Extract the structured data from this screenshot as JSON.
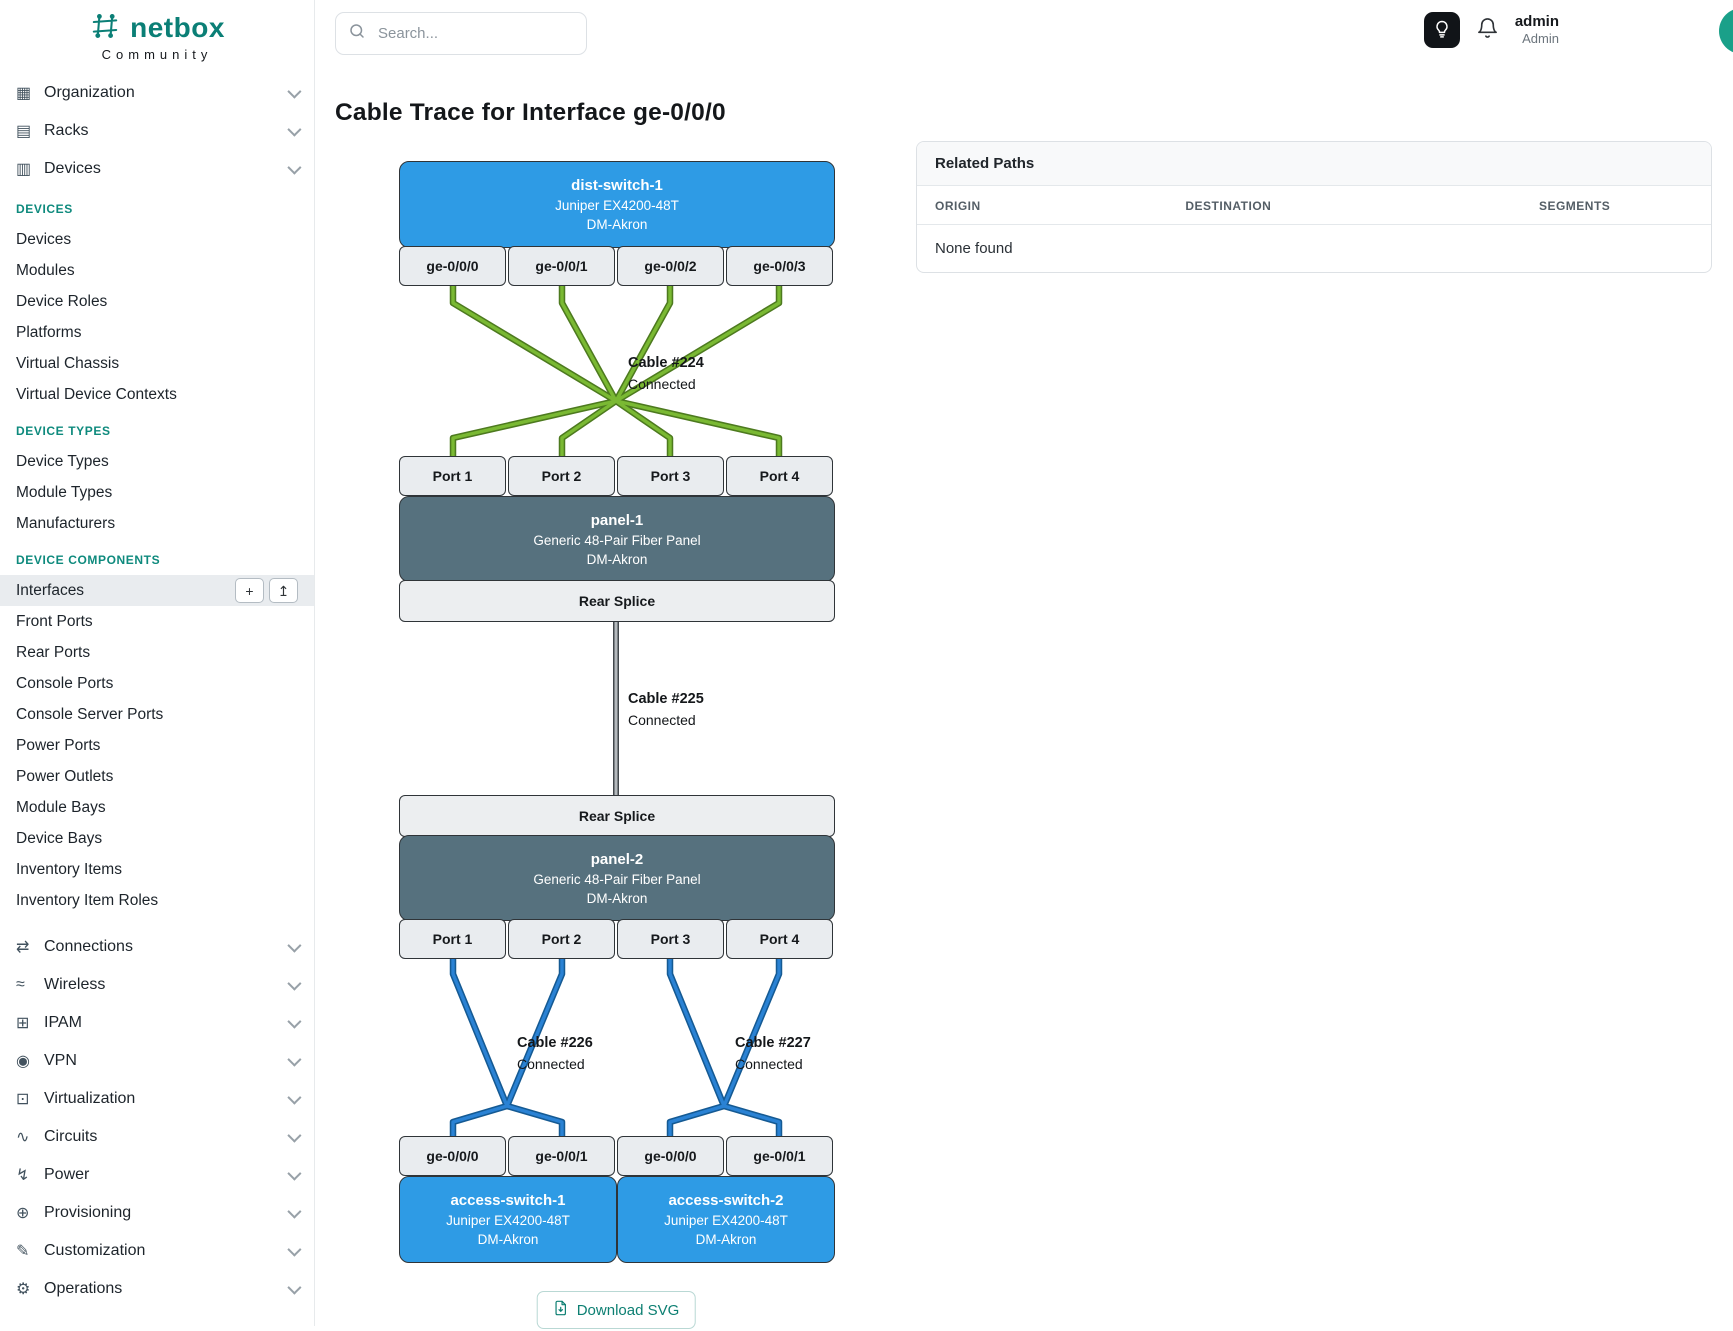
{
  "colors": {
    "brand-teal": "#0b7f76",
    "section-teal": "#0e8a7d",
    "node-blue": "#2e9be5",
    "node-slate": "#56717e",
    "cable-green": "#7ab933",
    "cable-green-dark": "#4d7a1f",
    "cable-blue": "#2a82d4",
    "cable-blue-dark": "#155a93",
    "cable-gray": "#b4b9bd",
    "cable-gray-dark": "#42474c",
    "accent-link": "#0c7f72"
  },
  "icons": {
    "organization": "▦",
    "racks": "▤",
    "devices": "▥",
    "connections": "⇄",
    "wireless": "≈",
    "ipam": "⊞",
    "vpn": "◉",
    "virtualization": "⊡",
    "circuits": "∿",
    "power": "↯",
    "provisioning": "⊕",
    "customization": "✎",
    "operations": "⚙",
    "plus": "+",
    "upload": "↥"
  },
  "brand": {
    "name": "netbox",
    "tagline": "Community"
  },
  "topbar": {
    "search_placeholder": "Search...",
    "user_name": "admin",
    "user_role": "Admin"
  },
  "page": {
    "title": "Cable Trace for Interface ge-0/0/0"
  },
  "sidebar": {
    "groups_top": [
      {
        "label": "Organization",
        "icon": "organization"
      },
      {
        "label": "Racks",
        "icon": "racks"
      },
      {
        "label": "Devices",
        "icon": "devices"
      }
    ],
    "sections": [
      {
        "label": "DEVICES",
        "items": [
          "Devices",
          "Modules",
          "Device Roles",
          "Platforms",
          "Virtual Chassis",
          "Virtual Device Contexts"
        ]
      },
      {
        "label": "DEVICE TYPES",
        "items": [
          "Device Types",
          "Module Types",
          "Manufacturers"
        ]
      },
      {
        "label": "DEVICE COMPONENTS",
        "active_item": "Interfaces",
        "items": [
          "Interfaces",
          "Front Ports",
          "Rear Ports",
          "Console Ports",
          "Console Server Ports",
          "Power Ports",
          "Power Outlets",
          "Module Bays",
          "Device Bays",
          "Inventory Items",
          "Inventory Item Roles"
        ]
      }
    ],
    "groups_bottom": [
      {
        "label": "Connections",
        "icon": "connections"
      },
      {
        "label": "Wireless",
        "icon": "wireless"
      },
      {
        "label": "IPAM",
        "icon": "ipam"
      },
      {
        "label": "VPN",
        "icon": "vpn"
      },
      {
        "label": "Virtualization",
        "icon": "virtualization"
      },
      {
        "label": "Circuits",
        "icon": "circuits"
      },
      {
        "label": "Power",
        "icon": "power"
      },
      {
        "label": "Provisioning",
        "icon": "provisioning"
      },
      {
        "label": "Customization",
        "icon": "customization"
      },
      {
        "label": "Operations",
        "icon": "operations"
      }
    ]
  },
  "trace": {
    "dist_switch": {
      "name": "dist-switch-1",
      "model": "Juniper EX4200-48T",
      "site": "DM-Akron",
      "ports": [
        "ge-0/0/0",
        "ge-0/0/1",
        "ge-0/0/2",
        "ge-0/0/3"
      ]
    },
    "cable_224": {
      "label": "Cable #224",
      "status": "Connected"
    },
    "panel_1": {
      "name": "panel-1",
      "model": "Generic 48-Pair Fiber Panel",
      "site": "DM-Akron",
      "front_ports": [
        "Port 1",
        "Port 2",
        "Port 3",
        "Port 4"
      ],
      "rear": "Rear Splice"
    },
    "cable_225": {
      "label": "Cable #225",
      "status": "Connected"
    },
    "panel_2": {
      "name": "panel-2",
      "model": "Generic 48-Pair Fiber Panel",
      "site": "DM-Akron",
      "front_ports": [
        "Port 1",
        "Port 2",
        "Port 3",
        "Port 4"
      ],
      "rear": "Rear Splice"
    },
    "cable_226": {
      "label": "Cable #226",
      "status": "Connected"
    },
    "cable_227": {
      "label": "Cable #227",
      "status": "Connected"
    },
    "access_switch_1": {
      "name": "access-switch-1",
      "model": "Juniper EX4200-48T",
      "site": "DM-Akron",
      "ports": [
        "ge-0/0/0",
        "ge-0/0/1"
      ]
    },
    "access_switch_2": {
      "name": "access-switch-2",
      "model": "Juniper EX4200-48T",
      "site": "DM-Akron",
      "ports": [
        "ge-0/0/0",
        "ge-0/0/1"
      ]
    }
  },
  "related_paths": {
    "title": "Related Paths",
    "columns": [
      "ORIGIN",
      "DESTINATION",
      "SEGMENTS"
    ],
    "empty": "None found"
  },
  "actions": {
    "download_svg": "Download SVG"
  }
}
